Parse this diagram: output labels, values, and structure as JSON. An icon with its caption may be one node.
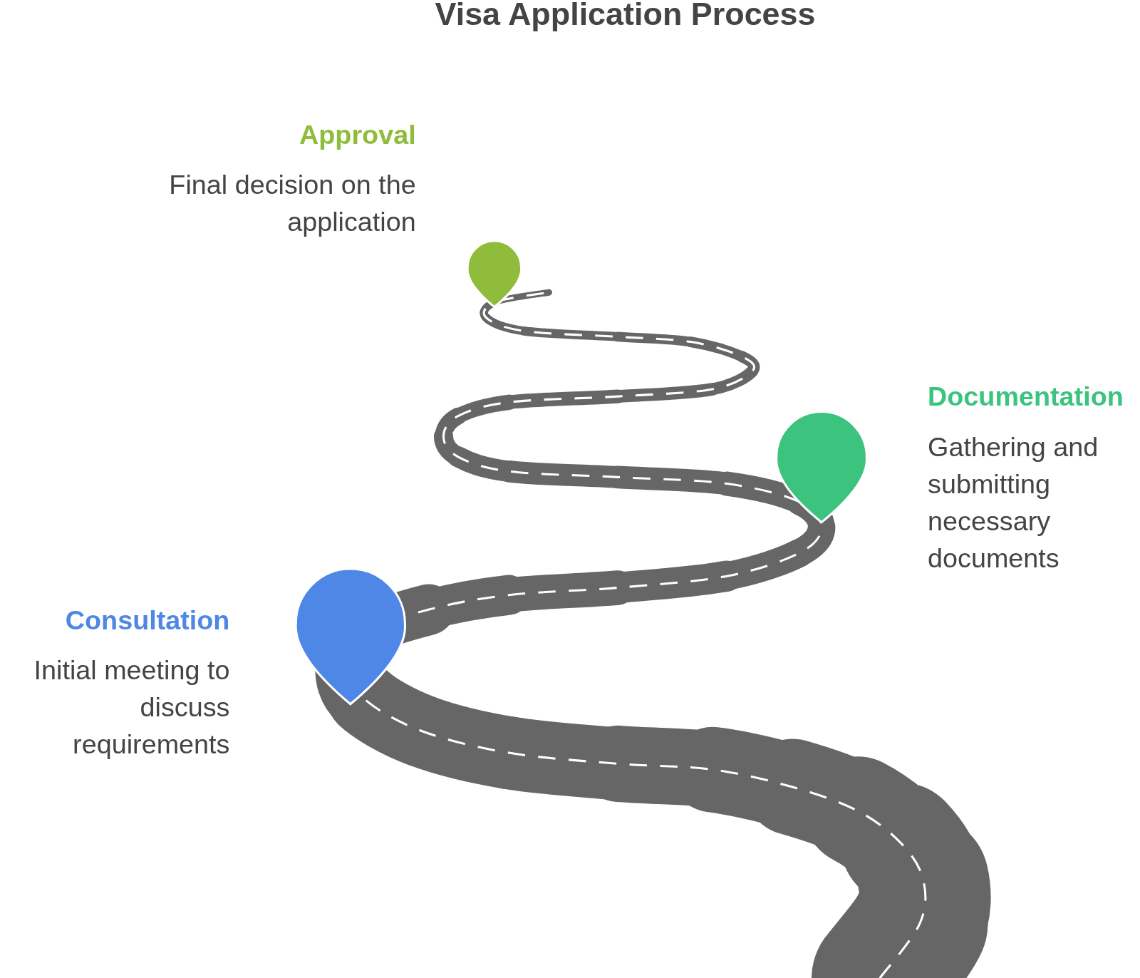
{
  "diagram": {
    "title": "Visa Application Process",
    "nodes": [
      {
        "text": [
          "Approval",
          "Final decision on the application"
        ]
      },
      {
        "text": [
          "Documentation",
          "Gathering and submitting necessary documents"
        ]
      },
      {
        "text": [
          "Consultation",
          "Initial meeting to discuss requirements"
        ]
      }
    ]
  }
}
